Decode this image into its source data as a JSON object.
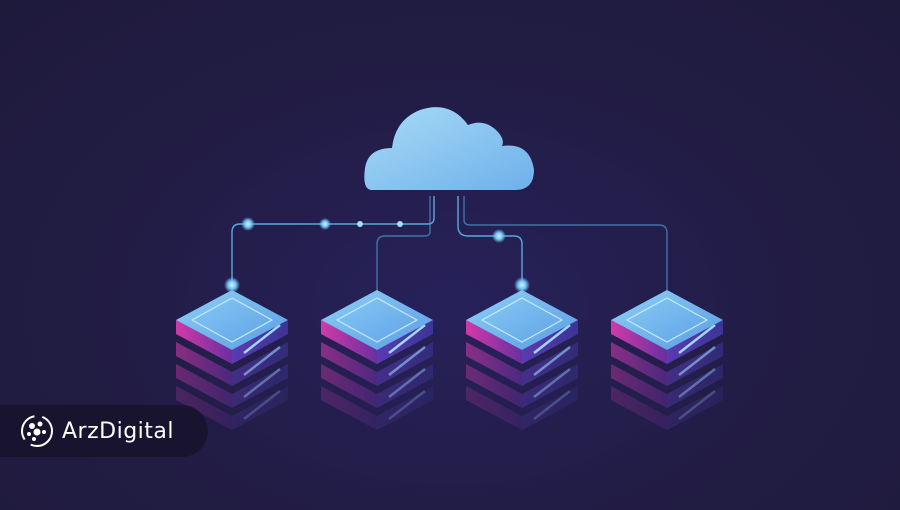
{
  "logo": {
    "text": "ArzDigital"
  },
  "colors": {
    "background": "#211c42",
    "cloud": "#8fcaf2",
    "server_top": "#6fb3ec",
    "server_side": "#b03aa8",
    "line": "#5aa7e0"
  },
  "servers": [
    "server-1",
    "server-2",
    "server-3",
    "server-4"
  ]
}
